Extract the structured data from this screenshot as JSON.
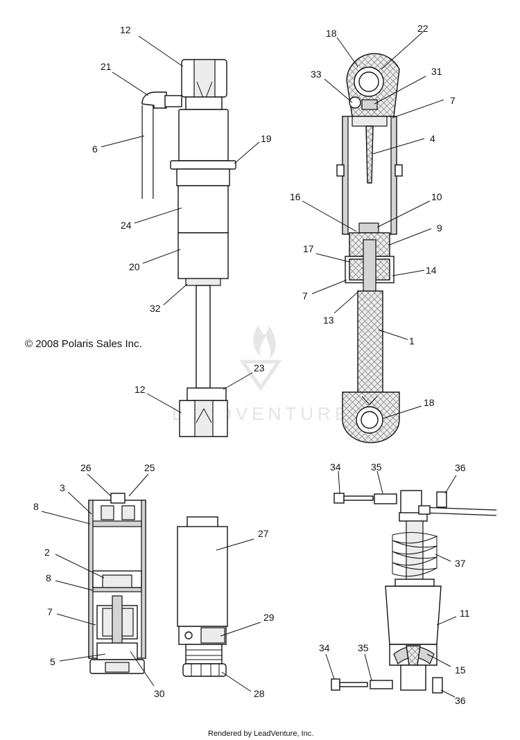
{
  "copyright": "© 2008 Polaris Sales Inc.",
  "rendered_by": "Rendered by LeadVenture, Inc.",
  "watermark": "LEADVENTURE",
  "callouts": {
    "exterior": [
      "12",
      "21",
      "6",
      "19",
      "24",
      "20",
      "32",
      "23",
      "12"
    ],
    "cutaway": [
      "18",
      "22",
      "33",
      "31",
      "7",
      "4",
      "16",
      "10",
      "9",
      "17",
      "14",
      "7",
      "13",
      "1",
      "18"
    ],
    "valve": [
      "26",
      "25",
      "3",
      "8",
      "2",
      "8",
      "7",
      "5",
      "30"
    ],
    "reservoir": [
      "27",
      "29",
      "28"
    ],
    "spring": [
      "34",
      "35",
      "36",
      "37",
      "11",
      "34",
      "35",
      "15",
      "36"
    ]
  }
}
